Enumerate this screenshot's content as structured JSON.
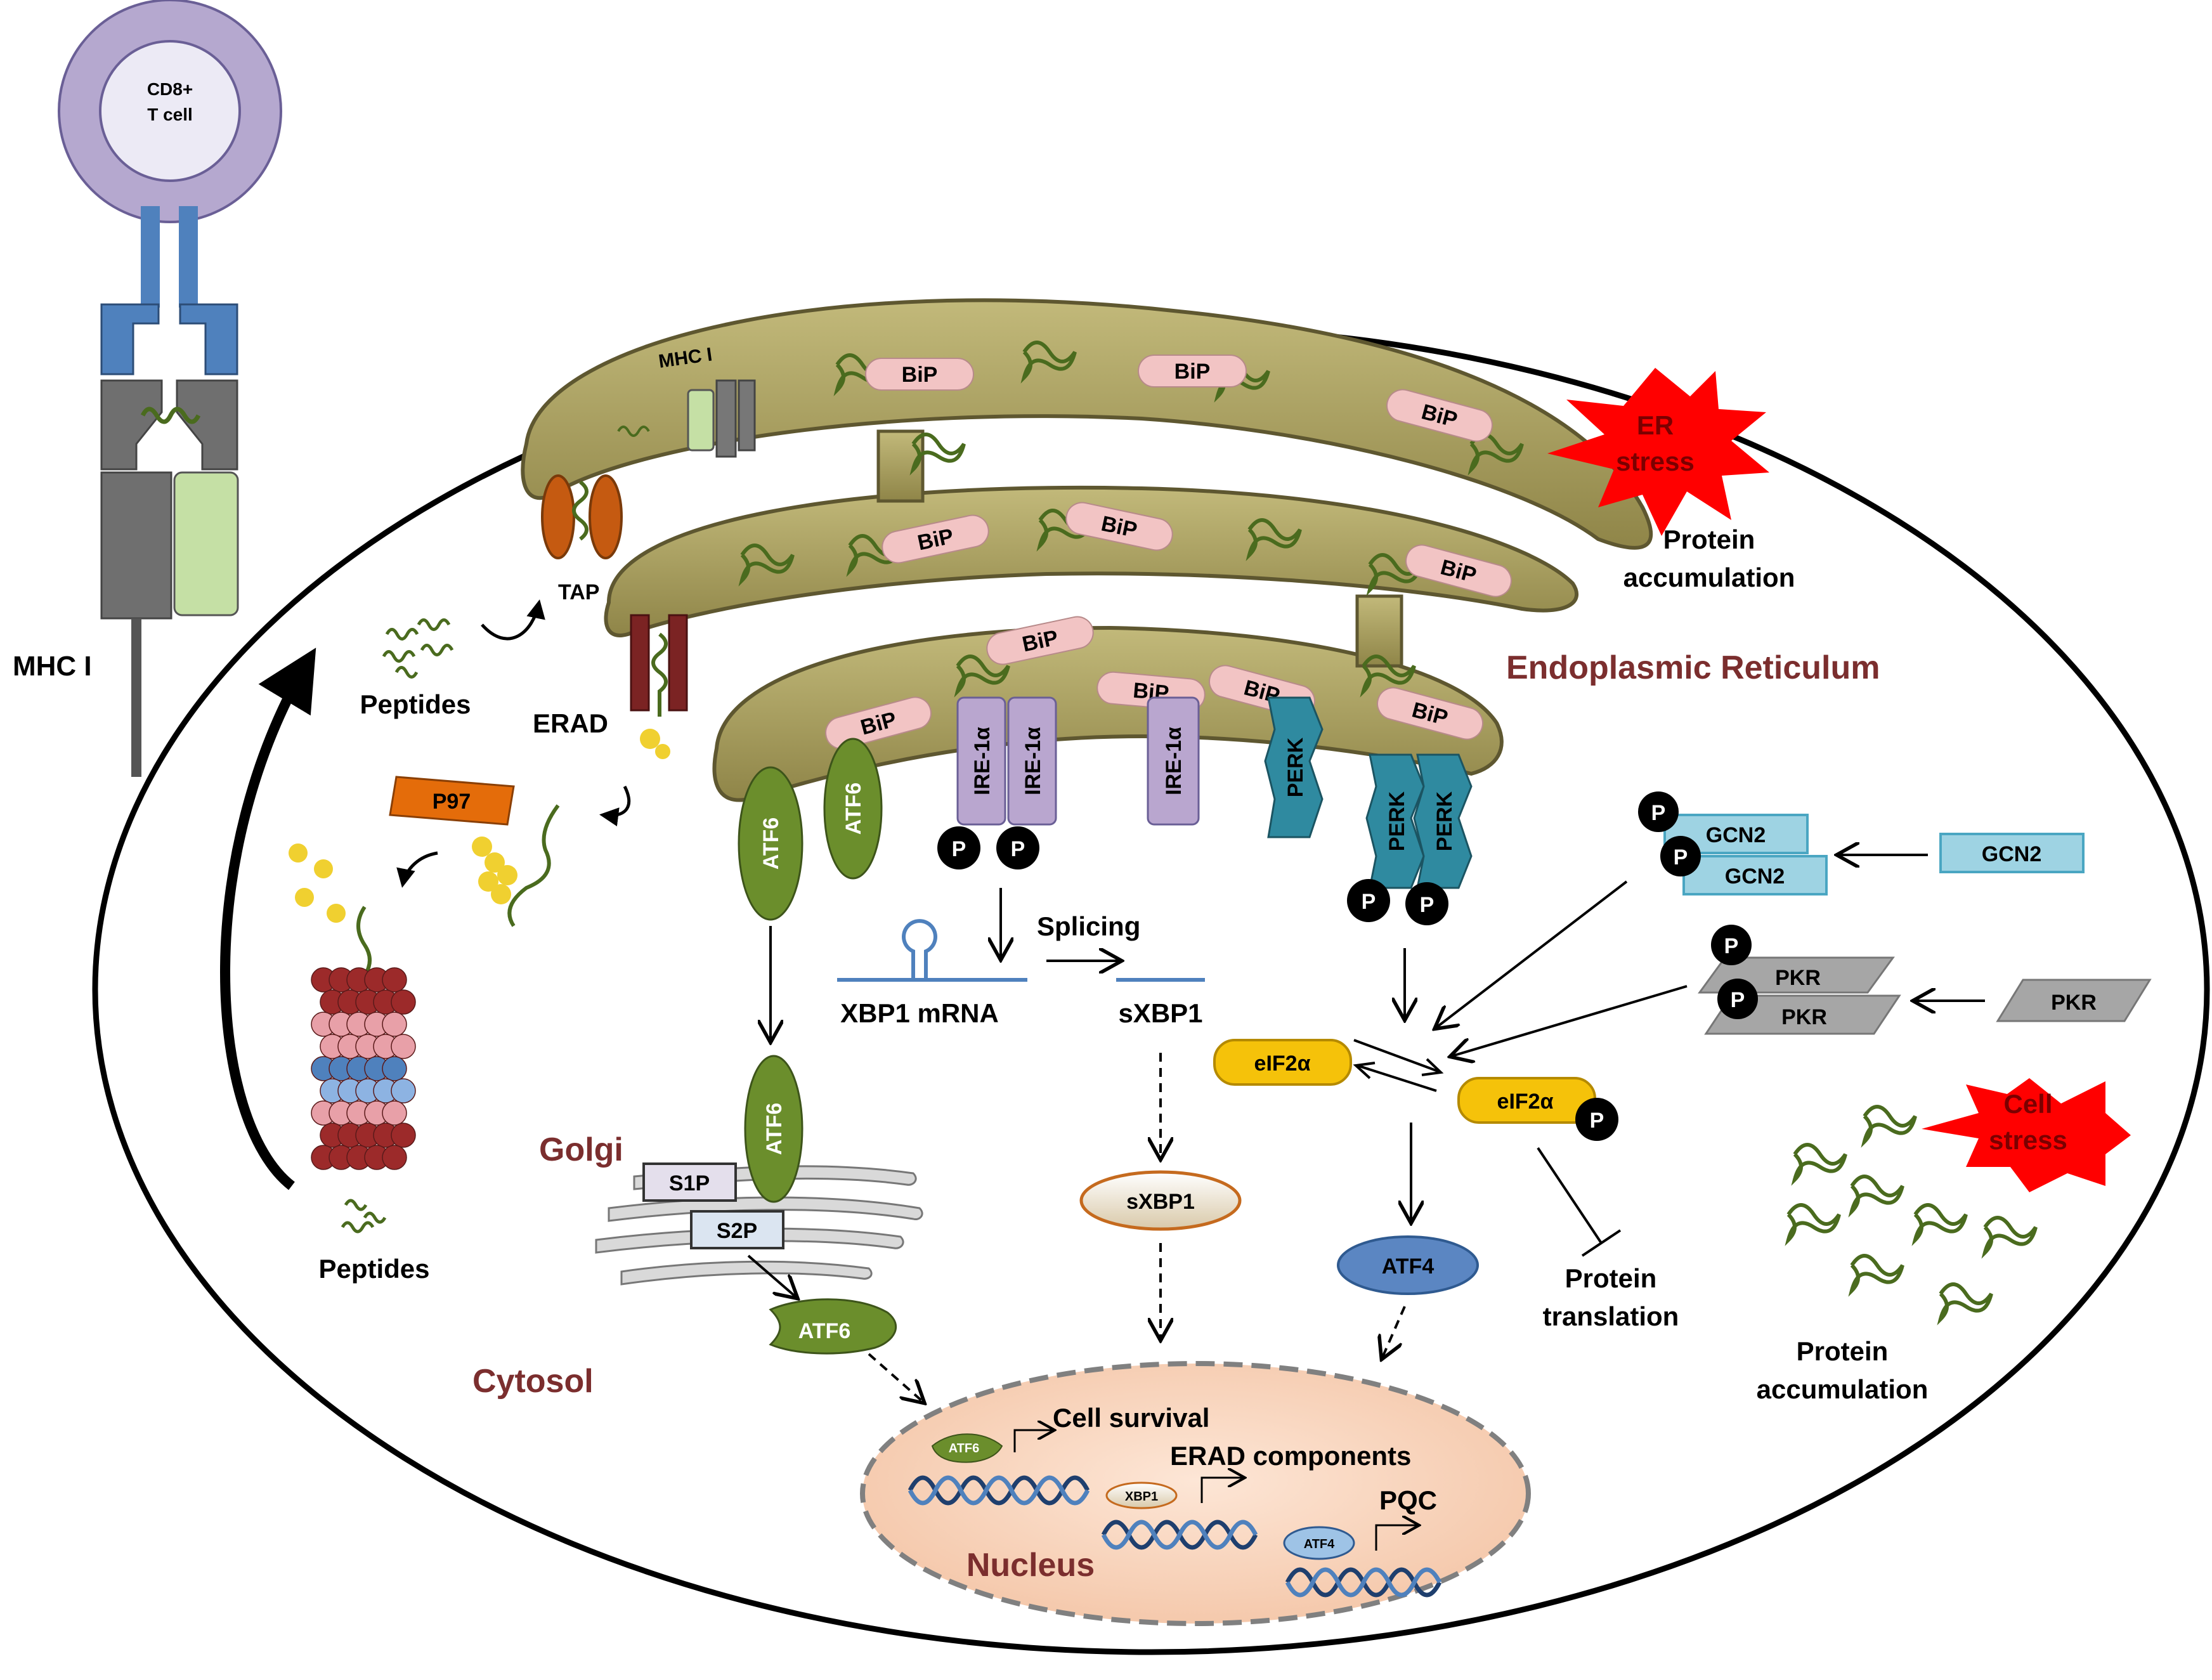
{
  "cells": {
    "t_cell": "CD8+\nT cell"
  },
  "labels": {
    "mhc_left": "MHC I",
    "mhc_er": "MHC I",
    "tap": "TAP",
    "erad": "ERAD",
    "p97": "P97",
    "peptides_top": "Peptides",
    "peptides_bottom": "Peptides",
    "er_stress": "ER\nstress",
    "protein_accum_top": "Protein\naccumulation",
    "endoplasmic_reticulum": "Endoplasmic Reticulum",
    "golgi": "Golgi",
    "cytosol": "Cytosol",
    "nucleus": "Nucleus",
    "splicing": "Splicing",
    "xbp1_mrna": "XBP1 mRNA",
    "sxbp1_top": "sXBP1",
    "cell_stress": "Cell\nstress",
    "protein_accum_right": "Protein\naccumulation",
    "protein_translation": "Protein\ntranslation",
    "cell_survival": "Cell survival",
    "erad_components": "ERAD components",
    "pqc": "PQC"
  },
  "molecules": {
    "bip": "BiP",
    "atf6": "ATF6",
    "ire1": "IRE-1α",
    "perk": "PERK",
    "p": "P",
    "gcn2": "GCN2",
    "pkr": "PKR",
    "eif2a": "eIF2α",
    "atf4": "ATF4",
    "sxbp1": "sXBP1",
    "s1p": "S1P",
    "s2p": "S2P",
    "xbp1_small": "XBP1",
    "atf6_small": "ATF6",
    "atf4_small": "ATF4"
  },
  "colors": {
    "er_fill": "#a89f5f",
    "bip_fill": "#f2c4c4",
    "atf6_fill": "#6b8e2c",
    "ire1_fill": "#b9a6cf",
    "perk_fill": "#2f8aa0",
    "gcn2_fill": "#9ed3e3",
    "pkr_fill": "#a6a6a6",
    "eif2a_fill": "#f5c20a",
    "atf4_fill": "#5b86c2",
    "nucleus_fill": "#f8d5be",
    "p97_fill": "#e46c0a",
    "stress_fill": "#ff0000",
    "region_text": "#7b2e2e"
  }
}
